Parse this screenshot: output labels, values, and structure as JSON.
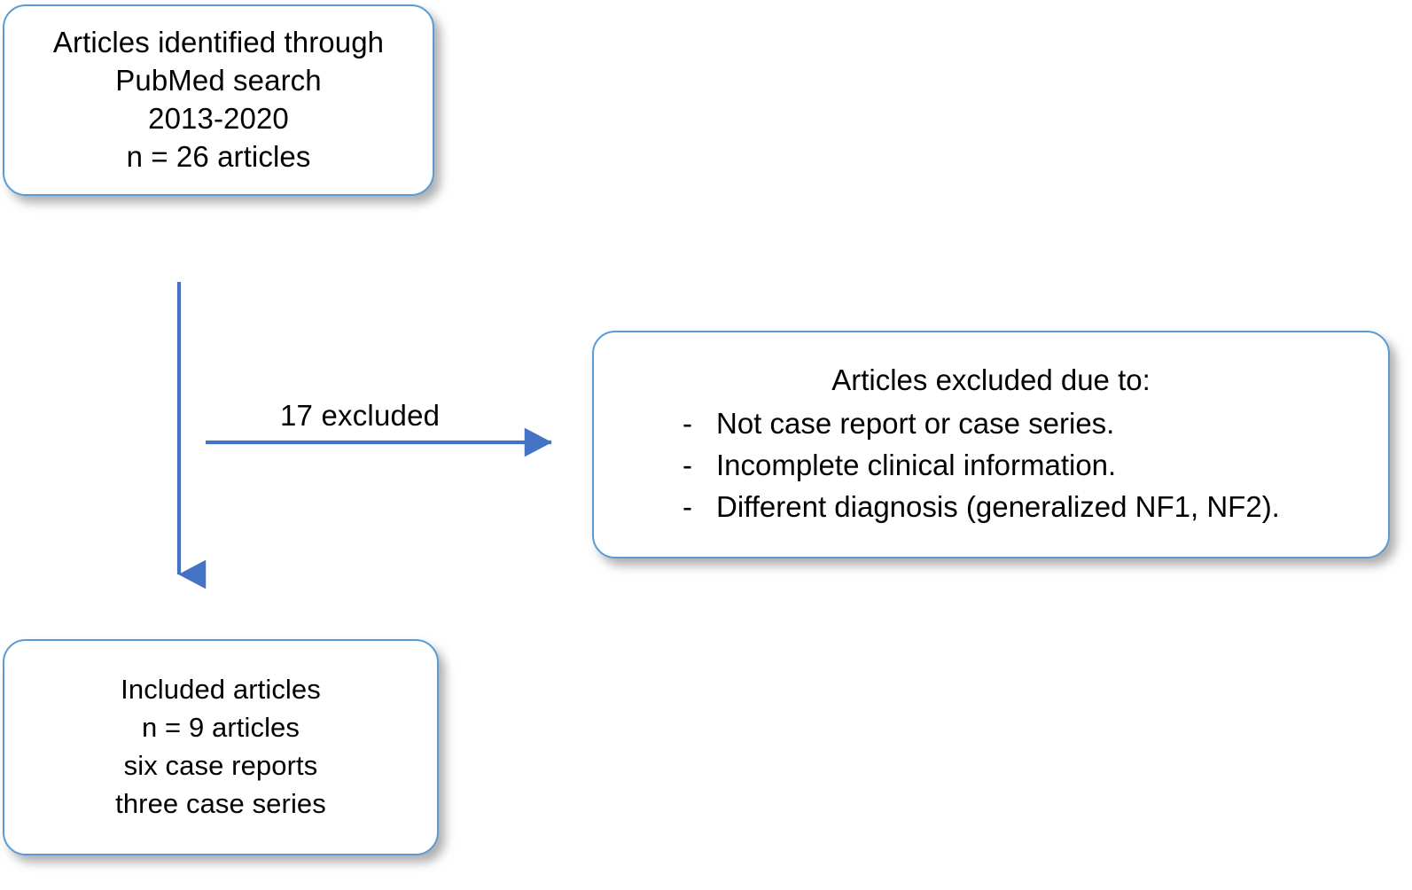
{
  "diagram": {
    "type": "prisma-flowchart",
    "accent_color": "#5B9BD5",
    "arrow_color": "#4472C4",
    "text_color": "#000000",
    "background_color": "#FFFFFF"
  },
  "boxes": {
    "identified": {
      "name": "Articles identified through PubMed search",
      "lines": [
        "Articles identified through",
        "PubMed search",
        "2013-2020",
        "n = 26 articles"
      ]
    },
    "excluded": {
      "title": "Articles excluded due to:",
      "bullet_marker": "-",
      "items": [
        "Not case report or case series.",
        "Incomplete clinical information.",
        "Different diagnosis (generalized NF1, NF2)."
      ]
    },
    "included": {
      "lines": [
        "Included articles",
        "n = 9 articles",
        "six case reports",
        "three case series"
      ]
    }
  },
  "edges": {
    "to_excluded": {
      "label": "17 excluded"
    }
  }
}
